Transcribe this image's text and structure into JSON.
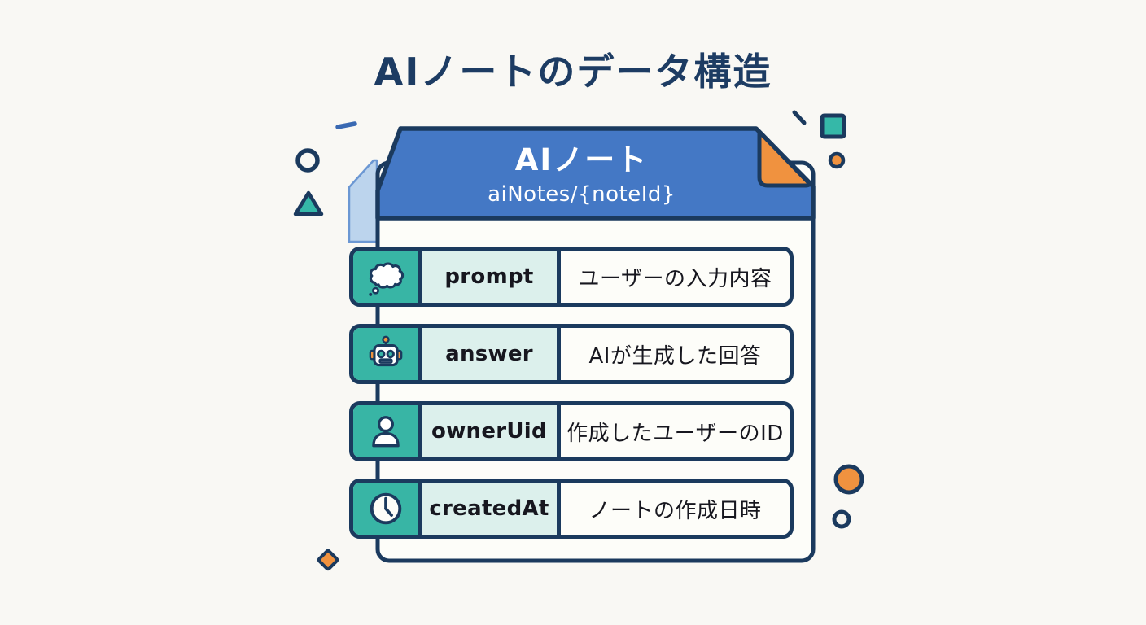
{
  "page": {
    "title": "AIノートのデータ構造"
  },
  "note": {
    "title": "AIノート",
    "path": "aiNotes/{noteId}",
    "fields": [
      {
        "icon": "thought-bubble-icon",
        "name": "prompt",
        "description": "ユーザーの入力内容"
      },
      {
        "icon": "robot-icon",
        "name": "answer",
        "description": "AIが生成した回答"
      },
      {
        "icon": "user-icon",
        "name": "ownerUid",
        "description": "作成したユーザーのID"
      },
      {
        "icon": "clock-icon",
        "name": "createdAt",
        "description": "ノートの作成日時"
      }
    ]
  },
  "colors": {
    "navy": "#1b3a5e",
    "blue": "#4478c5",
    "flap_blue": "#b5cfec",
    "teal": "#38b5a5",
    "mint": "#dcf0ec",
    "orange": "#f0923f",
    "background": "#f9f8f4",
    "ink": "#17171f",
    "title_navy": "#1d3c63"
  }
}
